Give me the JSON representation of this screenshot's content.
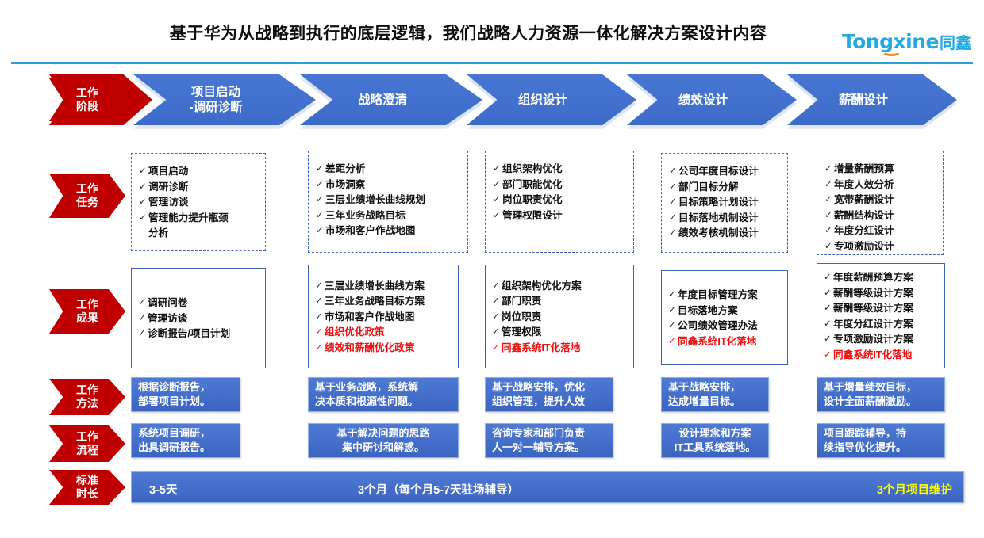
{
  "header": {
    "title": "基于华为从战略到执行的底层逻辑，我们战略人力资源一体化解决方案设计内容",
    "logo_word": "Tongxine",
    "logo_cn": "同鑫",
    "accent_blue": "#2a9fd4",
    "accent_red": "#c00000",
    "accent_orange": "#f08a1e"
  },
  "row_labels": [
    {
      "line1": "工作",
      "line2": "阶段"
    },
    {
      "line1": "工作",
      "line2": "任务"
    },
    {
      "line1": "工作",
      "line2": "成果"
    },
    {
      "line1": "工作",
      "line2": "方法"
    },
    {
      "line1": "工作",
      "line2": "流程"
    },
    {
      "line1": "标准",
      "line2": "时长"
    }
  ],
  "phases": [
    {
      "label": "项目启动\n-调研诊断"
    },
    {
      "label": "战略澄清"
    },
    {
      "label": "组织设计"
    },
    {
      "label": "绩效设计"
    },
    {
      "label": "薪酬设计"
    }
  ],
  "tasks": [
    {
      "items": [
        {
          "text": "项目启动",
          "red": false
        },
        {
          "text": "调研诊断",
          "red": false
        },
        {
          "text": "管理访谈",
          "red": false
        },
        {
          "text": "管理能力提升瓶颈\n分析",
          "red": false
        }
      ]
    },
    {
      "items": [
        {
          "text": "差距分析",
          "red": false
        },
        {
          "text": "市场洞察",
          "red": false
        },
        {
          "text": "三层业绩增长曲线规划",
          "red": false
        },
        {
          "text": "三年业务战略目标",
          "red": false
        },
        {
          "text": "市场和客户作战地图",
          "red": false
        }
      ]
    },
    {
      "items": [
        {
          "text": "组织架构优化",
          "red": false
        },
        {
          "text": "部门职能优化",
          "red": false
        },
        {
          "text": "岗位职责优化",
          "red": false
        },
        {
          "text": "管理权限设计",
          "red": false
        }
      ]
    },
    {
      "items": [
        {
          "text": "公司年度目标设计",
          "red": false
        },
        {
          "text": "部门目标分解",
          "red": false
        },
        {
          "text": "目标策略计划设计",
          "red": false
        },
        {
          "text": "目标落地机制设计",
          "red": false
        },
        {
          "text": "绩效考核机制设计",
          "red": false
        }
      ]
    },
    {
      "items": [
        {
          "text": "增量薪酬预算",
          "red": false
        },
        {
          "text": "年度人效分析",
          "red": false
        },
        {
          "text": "宽带薪酬设计",
          "red": false
        },
        {
          "text": "薪酬结构设计",
          "red": false
        },
        {
          "text": "年度分红设计",
          "red": false
        },
        {
          "text": "专项激励设计",
          "red": false
        }
      ]
    }
  ],
  "results": [
    {
      "items": [
        {
          "text": "调研问卷",
          "red": false
        },
        {
          "text": "管理访谈",
          "red": false
        },
        {
          "text": "诊断报告/项目计划",
          "red": false
        }
      ]
    },
    {
      "items": [
        {
          "text": "三层业绩增长曲线方案",
          "red": false
        },
        {
          "text": "三年业务战略目标方案",
          "red": false
        },
        {
          "text": "市场和客户作战地图",
          "red": false
        },
        {
          "text": "组织优化政策",
          "red": true
        },
        {
          "text": "绩效和薪酬优化政策",
          "red": true
        }
      ]
    },
    {
      "items": [
        {
          "text": "组织架构优化方案",
          "red": false
        },
        {
          "text": "部门职责",
          "red": false
        },
        {
          "text": "岗位职责",
          "red": false
        },
        {
          "text": "管理权限",
          "red": false
        },
        {
          "text": "同鑫系统IT化落地",
          "red": true
        }
      ]
    },
    {
      "items": [
        {
          "text": "年度目标管理方案",
          "red": false
        },
        {
          "text": "目标落地方案",
          "red": false
        },
        {
          "text": "公司绩效管理办法",
          "red": false
        },
        {
          "text": "同鑫系统IT化落地",
          "red": true
        }
      ]
    },
    {
      "items": [
        {
          "text": "年度薪酬预算方案",
          "red": false
        },
        {
          "text": "薪酬等级设计方案",
          "red": false
        },
        {
          "text": "薪酬等级设计方案",
          "red": false
        },
        {
          "text": "年度分红设计方案",
          "red": false
        },
        {
          "text": "专项激励设计方案",
          "red": false
        },
        {
          "text": "同鑫系统IT化落地",
          "red": true
        }
      ]
    }
  ],
  "methods": [
    {
      "text": "根据诊断报告，\n部署项目计划。"
    },
    {
      "text": "基于业务战略，系统解\n决本质和根源性问题。"
    },
    {
      "text": "基于战略安排，优化\n组织管理，提升人效"
    },
    {
      "text": "基于战略安排，\n达成增量目标。"
    },
    {
      "text": "基于增量绩效目标，\n设计全面薪酬激励。"
    }
  ],
  "processes": [
    {
      "text": "系统项目调研，\n出具调研报告。"
    },
    {
      "text": "基于解决问题的思路\n集中研讨和解惑。"
    },
    {
      "text": "咨询专家和部门负责\n人一对一辅导方案。"
    },
    {
      "text": "设计理念和方案\nIT工具系统落地。"
    },
    {
      "text": "项目跟踪辅导，持\n续指导优化提升。"
    }
  ],
  "duration": {
    "first": "3-5天",
    "middle": "3个月（每个月5-7天驻场辅导）",
    "last": "3个月项目维护",
    "last_color": "#ffff00"
  }
}
